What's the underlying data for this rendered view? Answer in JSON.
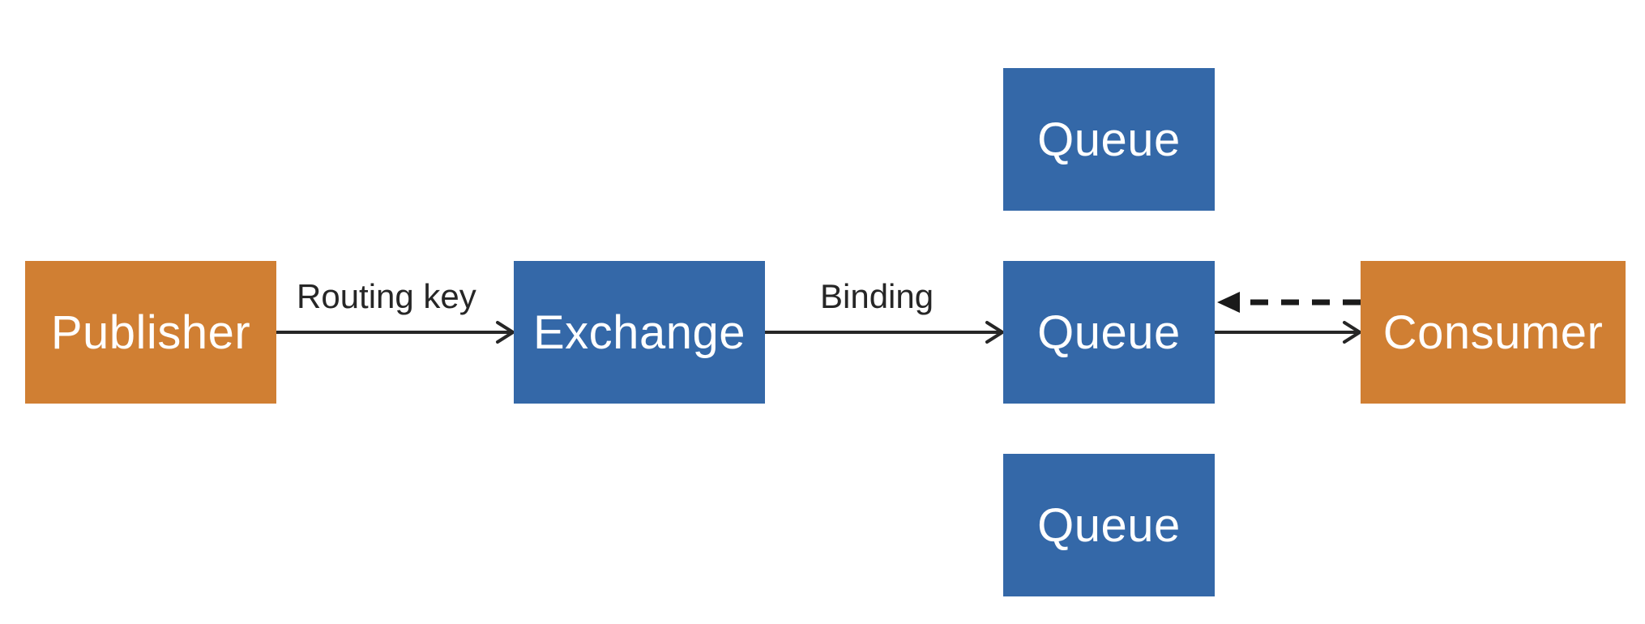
{
  "nodes": {
    "publisher": {
      "label": "Publisher",
      "color": "#d07f33"
    },
    "exchange": {
      "label": "Exchange",
      "color": "#3468a8"
    },
    "queue_top": {
      "label": "Queue",
      "color": "#3468a8"
    },
    "queue_middle": {
      "label": "Queue",
      "color": "#3468a8"
    },
    "queue_bottom": {
      "label": "Queue",
      "color": "#3468a8"
    },
    "consumer": {
      "label": "Consumer",
      "color": "#d07f33"
    }
  },
  "edges": {
    "publisher_to_exchange": {
      "label": "Routing key",
      "style": "solid-arrow"
    },
    "exchange_to_queue": {
      "label": "Binding",
      "style": "solid-arrow"
    },
    "queue_to_consumer": {
      "label": "",
      "style": "solid-arrow"
    },
    "consumer_to_queue": {
      "label": "",
      "style": "dashed-arrow"
    }
  },
  "colors": {
    "publisher_consumer": "#d07f33",
    "exchange_queue": "#3468a8",
    "connector": "#262626",
    "background": "#ffffff"
  }
}
